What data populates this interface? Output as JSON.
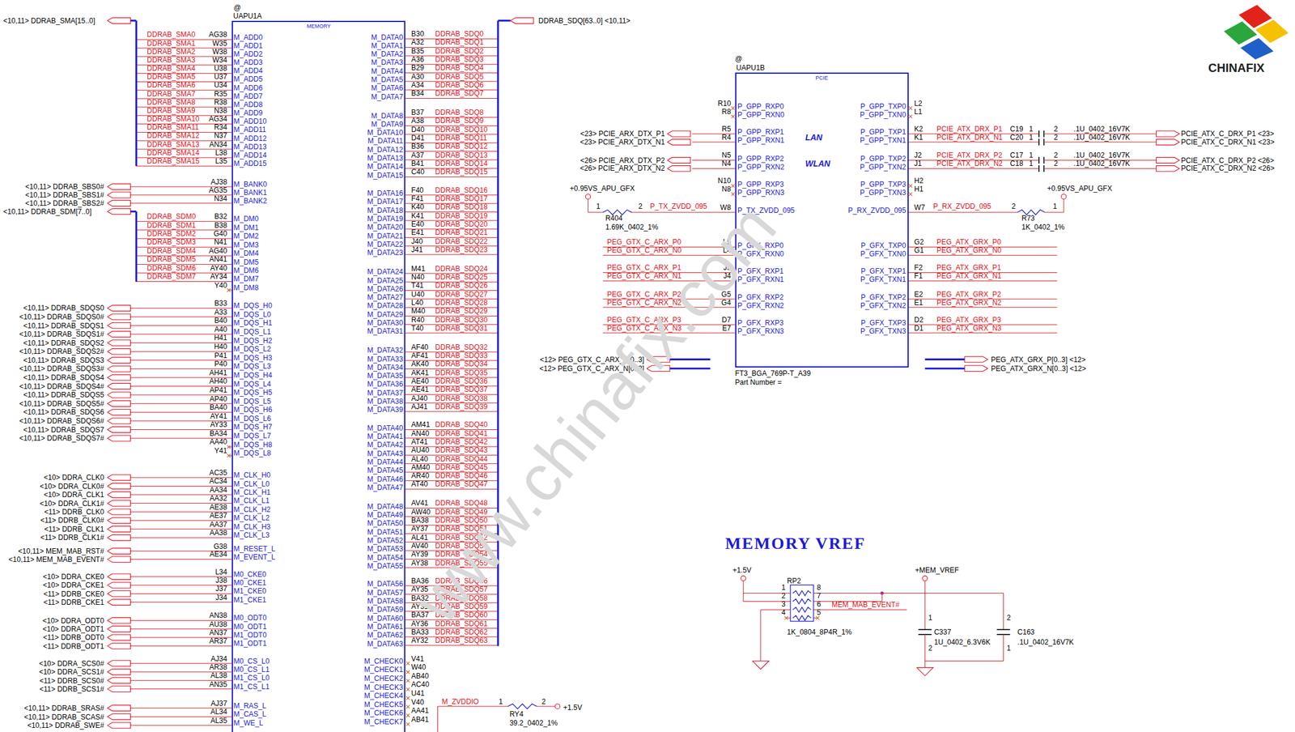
{
  "diagram": {
    "nodes": [
      {
        "text": [
          "UAPU1A",
          "MEMORY"
        ]
      },
      {
        "text": [
          "UAPU1B",
          "PCIE"
        ]
      }
    ],
    "labels": [
      "@",
      "<10,11> DDRAB_SMA[15..0]",
      "DDRAB_SMA0",
      "DDRAB_SMA1",
      "DDRAB_SMA2",
      "DDRAB_SMA3",
      "DDRAB_SMA4",
      "DDRAB_SMA5",
      "DDRAB_SMA6",
      "DDRAB_SMA7",
      "DDRAB_SMA8",
      "DDRAB_SMA9",
      "DDRAB_SMA10",
      "DDRAB_SMA11",
      "DDRAB_SMA12",
      "DDRAB_SMA13",
      "DDRAB_SMA14",
      "DDRAB_SMA15",
      "AG38",
      "W35",
      "W38",
      "W34",
      "U38",
      "U37",
      "U34",
      "R35",
      "R38",
      "N38",
      "AG34",
      "R34",
      "N37",
      "AN34",
      "L38",
      "L35",
      "M_ADD0",
      "M_ADD1",
      "M_ADD2",
      "M_ADD3",
      "M_ADD4",
      "M_ADD5",
      "M_ADD6",
      "M_ADD7",
      "M_ADD8",
      "M_ADD9",
      "M_ADD10",
      "M_ADD11",
      "M_ADD12",
      "M_ADD13",
      "M_ADD14",
      "M_ADD15",
      "<10,11> DDRAB_SBS0#",
      "<10,11> DDRAB_SBS1#",
      "<10,11> DDRAB_SBS2#",
      "AJ38",
      "AG35",
      "N34",
      "M_BANK0",
      "M_BANK1",
      "M_BANK2",
      "<10,11> DDRAB_SDM[7..0]",
      "DDRAB_SDM0",
      "DDRAB_SDM1",
      "DDRAB_SDM2",
      "DDRAB_SDM3",
      "DDRAB_SDM4",
      "DDRAB_SDM5",
      "DDRAB_SDM6",
      "DDRAB_SDM7",
      "B32",
      "B38",
      "G40",
      "N41",
      "AG40",
      "AN41",
      "AY40",
      "AY34",
      "Y40",
      "M_DM0",
      "M_DM1",
      "M_DM2",
      "M_DM3",
      "M_DM4",
      "M_DM5",
      "M_DM6",
      "M_DM7",
      "M_DM8",
      "<10,11> DDRAB_SDQS0",
      "<10,11> DDRAB_SDQS0#",
      "<10,11> DDRAB_SDQS1",
      "<10,11> DDRAB_SDQS1#",
      "<10,11> DDRAB_SDQS2",
      "<10,11> DDRAB_SDQS2#",
      "<10,11> DDRAB_SDQS3",
      "<10,11> DDRAB_SDQS3#",
      "<10,11> DDRAB_SDQS4",
      "<10,11> DDRAB_SDQS4#",
      "<10,11> DDRAB_SDQS5",
      "<10,11> DDRAB_SDQS5#",
      "<10,11> DDRAB_SDQS6",
      "<10,11> DDRAB_SDQS6#",
      "<10,11> DDRAB_SDQS7",
      "<10,11> DDRAB_SDQS7#",
      "B33",
      "A33",
      "B40",
      "A40",
      "H41",
      "H40",
      "P41",
      "P40",
      "AH41",
      "AH40",
      "AP41",
      "AP40",
      "BA40",
      "AY41",
      "AY33",
      "BA34",
      "AA40",
      "Y41",
      "M_DQS_H0",
      "M_DQS_L0",
      "M_DQS_H1",
      "M_DQS_L1",
      "M_DQS_H2",
      "M_DQS_L2",
      "M_DQS_H3",
      "M_DQS_L3",
      "M_DQS_H4",
      "M_DQS_L4",
      "M_DQS_H5",
      "M_DQS_L5",
      "M_DQS_H6",
      "M_DQS_L6",
      "M_DQS_H7",
      "M_DQS_L7",
      "M_DQS_H8",
      "M_DQS_L8",
      "<10> DDRA_CLK0",
      "<10> DDRA_CLK0#",
      "<10> DDRA_CLK1",
      "<10> DDRA_CLK1#",
      "<11> DDRB_CLK0",
      "<11> DDRB_CLK0#",
      "<11> DDRB_CLK1",
      "<11> DDRB_CLK1#",
      "AC35",
      "AC34",
      "AA34",
      "AA32",
      "AE38",
      "AE37",
      "AA37",
      "AA38",
      "M_CLK_H0",
      "M_CLK_L0",
      "M_CLK_H1",
      "M_CLK_L1",
      "M_CLK_H2",
      "M_CLK_L2",
      "M_CLK_H3",
      "M_CLK_L3",
      "<10,11> MEM_MAB_RST#",
      "<10,11> MEM_MAB_EVENT#",
      "G38",
      "AE34",
      "M_RESET_L",
      "M_EVENT_L",
      "<10> DDRA_CKE0",
      "<10> DDRA_CKE1",
      "<11> DDRB_CKE0",
      "<11> DDRB_CKE1",
      "L34",
      "J38",
      "J37",
      "J34",
      "M0_CKE0",
      "M0_CKE1",
      "M1_CKE0",
      "M1_CKE1",
      "<10> DDRA_ODT0",
      "<10> DDRA_ODT1",
      "<11> DDRB_ODT0",
      "<11> DDRB_ODT1",
      "AN38",
      "AU38",
      "AN37",
      "AR37",
      "M0_ODT0",
      "M0_ODT1",
      "M1_ODT0",
      "M1_ODT1",
      "<10> DDRA_SCS0#",
      "<10> DDRA_SCS1#",
      "<11> DDRB_SCS0#",
      "<11> DDRB_SCS1#",
      "AJ34",
      "AR38",
      "AL38",
      "AN35",
      "M0_CS_L0",
      "M0_CS_L1",
      "M1_CS_L0",
      "M1_CS_L1",
      "<10,11> DDRAB_SRAS#",
      "<10,11> DDRAB_SCAS#",
      "<10,11> DDRAB_SWE#",
      "AJ37",
      "AL34",
      "AL35",
      "M_RAS_L",
      "M_CAS_L",
      "M_WE_L",
      "M_DATA0",
      "M_DATA1",
      "M_DATA2",
      "M_DATA3",
      "M_DATA4",
      "M_DATA5",
      "M_DATA6",
      "M_DATA7",
      "B30",
      "A32",
      "B35",
      "A36",
      "B29",
      "A30",
      "A34",
      "B34",
      "DDRAB_SDQ0",
      "DDRAB_SDQ1",
      "DDRAB_SDQ2",
      "DDRAB_SDQ3",
      "DDRAB_SDQ4",
      "DDRAB_SDQ5",
      "DDRAB_SDQ6",
      "DDRAB_SDQ7",
      "M_DATA8",
      "M_DATA9",
      "M_DATA10",
      "M_DATA11",
      "M_DATA12",
      "M_DATA13",
      "M_DATA14",
      "M_DATA15",
      "B37",
      "A38",
      "D40",
      "D41",
      "B36",
      "A37",
      "B41",
      "C40",
      "DDRAB_SDQ8",
      "DDRAB_SDQ9",
      "DDRAB_SDQ10",
      "DDRAB_SDQ11",
      "DDRAB_SDQ12",
      "DDRAB_SDQ13",
      "DDRAB_SDQ14",
      "DDRAB_SDQ15",
      "M_DATA16",
      "M_DATA17",
      "M_DATA18",
      "M_DATA19",
      "M_DATA20",
      "M_DATA21",
      "M_DATA22",
      "M_DATA23",
      "F40",
      "F41",
      "K40",
      "K41",
      "E40",
      "E41",
      "J40",
      "J41",
      "DDRAB_SDQ16",
      "DDRAB_SDQ17",
      "DDRAB_SDQ18",
      "DDRAB_SDQ19",
      "DDRAB_SDQ20",
      "DDRAB_SDQ21",
      "DDRAB_SDQ22",
      "DDRAB_SDQ23",
      "M_DATA24",
      "M_DATA25",
      "M_DATA26",
      "M_DATA27",
      "M_DATA28",
      "M_DATA29",
      "M_DATA30",
      "M_DATA31",
      "M41",
      "N40",
      "T41",
      "U40",
      "L40",
      "M40",
      "R40",
      "T40",
      "DDRAB_SDQ24",
      "DDRAB_SDQ25",
      "DDRAB_SDQ26",
      "DDRAB_SDQ27",
      "DDRAB_SDQ28",
      "DDRAB_SDQ29",
      "DDRAB_SDQ30",
      "DDRAB_SDQ31",
      "M_DATA32",
      "M_DATA33",
      "M_DATA34",
      "M_DATA35",
      "M_DATA36",
      "M_DATA37",
      "M_DATA38",
      "M_DATA39",
      "AF40",
      "AF41",
      "AK40",
      "AK41",
      "AE40",
      "AE41",
      "AJ40",
      "AJ41",
      "DDRAB_SDQ32",
      "DDRAB_SDQ33",
      "DDRAB_SDQ34",
      "DDRAB_SDQ35",
      "DDRAB_SDQ36",
      "DDRAB_SDQ37",
      "DDRAB_SDQ38",
      "DDRAB_SDQ39",
      "M_DATA40",
      "M_DATA41",
      "M_DATA42",
      "M_DATA43",
      "M_DATA44",
      "M_DATA45",
      "M_DATA46",
      "M_DATA47",
      "AM41",
      "AN40",
      "AT41",
      "AU40",
      "AL40",
      "AM40",
      "AR40",
      "AT40",
      "DDRAB_SDQ40",
      "DDRAB_SDQ41",
      "DDRAB_SDQ42",
      "DDRAB_SDQ43",
      "DDRAB_SDQ44",
      "DDRAB_SDQ45",
      "DDRAB_SDQ46",
      "DDRAB_SDQ47",
      "M_DATA48",
      "M_DATA49",
      "M_DATA50",
      "M_DATA51",
      "M_DATA52",
      "M_DATA53",
      "M_DATA54",
      "M_DATA55",
      "AV41",
      "AW40",
      "BA38",
      "AY37",
      "AL41",
      "AV40",
      "AY39",
      "AY38",
      "DDRAB_SDQ48",
      "DDRAB_SDQ49",
      "DDRAB_SDQ50",
      "DDRAB_SDQ51",
      "DDRAB_SDQ52",
      "DDRAB_SDQ53",
      "DDRAB_SDQ54",
      "DDRAB_SDQ55",
      "M_DATA56",
      "M_DATA57",
      "M_DATA58",
      "M_DATA59",
      "M_DATA60",
      "M_DATA61",
      "M_DATA62",
      "M_DATA63",
      "BA36",
      "AY35",
      "BA32",
      "AY31",
      "BA37",
      "AY36",
      "BA33",
      "AY32",
      "DDRAB_SDQ56",
      "DDRAB_SDQ57",
      "DDRAB_SDQ58",
      "DDRAB_SDQ59",
      "DDRAB_SDQ60",
      "DDRAB_SDQ61",
      "DDRAB_SDQ62",
      "DDRAB_SDQ63",
      "DDRAB_SDQ[63..0] <10,11>",
      "M_CHECK0",
      "M_CHECK1",
      "M_CHECK2",
      "M_CHECK3",
      "M_CHECK4",
      "M_CHECK5",
      "M_CHECK6",
      "M_CHECK7",
      "V41",
      "W40",
      "AB40",
      "AC40",
      "U41",
      "V40",
      "AA41",
      "AB41",
      "M_ZVDDIO",
      "1",
      "2",
      "RY4",
      "39.2_0402_1%",
      "+1.5V",
      "@",
      "P_GPP_RXP0",
      "P_GPP_RXN0",
      "P_GPP_RXP1",
      "P_GPP_RXN1",
      "P_GPP_RXP2",
      "P_GPP_RXN2",
      "P_GPP_RXP3",
      "P_GPP_RXN3",
      "P_TX_ZVDD_095",
      "P_GFX_RXP0",
      "P_GFX_RXN0",
      "P_GFX_RXP1",
      "P_GFX_RXN1",
      "P_GFX_RXP2",
      "P_GFX_RXN2",
      "P_GFX_RXP3",
      "P_GFX_RXN3",
      "R10",
      "R8",
      "R5",
      "R4",
      "N5",
      "N4",
      "N10",
      "N8",
      "W8",
      "L5",
      "L4",
      "J5",
      "J4",
      "G5",
      "G4",
      "D7",
      "E7",
      "P_GPP_TXP0",
      "P_GPP_TXN0",
      "P_GPP_TXP1",
      "P_GPP_TXN1",
      "P_GPP_TXP2",
      "P_GPP_TXN2",
      "P_GPP_TXP3",
      "P_GPP_TXN3",
      "P_RX_ZVDD_095",
      "P_GFX_TXP0",
      "P_GFX_TXN0",
      "P_GFX_TXP1",
      "P_GFX_TXN1",
      "P_GFX_TXP2",
      "P_GFX_TXN2",
      "P_GFX_TXP3",
      "P_GFX_TXN3",
      "L2",
      "L1",
      "K2",
      "K1",
      "J2",
      "J1",
      "H2",
      "H1",
      "W7",
      "G2",
      "G1",
      "F2",
      "F1",
      "E2",
      "E1",
      "D2",
      "D1",
      "LAN",
      "WLAN",
      "<23> PCIE_ARX_DTX_P1",
      "<23> PCIE_ARX_DTX_N1",
      "<26> PCIE_ARX_DTX_P2",
      "<26> PCIE_ARX_DTX_N2",
      "PEG_GTX_C_ARX_P0",
      "PEG_GTX_C_ARX_N0",
      "PEG_GTX_C_ARX_P1",
      "PEG_GTX_C_ARX_N1",
      "PEG_GTX_C_ARX_P2",
      "PEG_GTX_C_ARX_N2",
      "PEG_GTX_C_ARX_P3",
      "PEG_GTX_C_ARX_N3",
      "+0.95VS_APU_GFX",
      "1",
      "2",
      "P_TX_ZVDD_095",
      "R404",
      "1.69K_0402_1%",
      "PCIE_ATX_DRX_P1",
      "PCIE_ATX_DRX_N1",
      "PCIE_ATX_DRX_P2",
      "PCIE_ATX_DRX_N2",
      "C19",
      "C20",
      "C17",
      "C18",
      "1",
      "1",
      "1",
      "1",
      "2",
      "2",
      "2",
      "2",
      ".1U_0402_16V7K",
      ".1U_0402_16V7K",
      ".1U_0402_16V7K",
      ".1U_0402_16V7K",
      "PCIE_ATX_C_DRX_P1 <23>",
      "PCIE_ATX_C_DRX_N1 <23>",
      "PCIE_ATX_C_DRX_P2 <26>",
      "PCIE_ATX_C_DRX_N2 <26>",
      "PEG_ATX_GRX_P0",
      "PEG_ATX_GRX_N0",
      "PEG_ATX_GRX_P1",
      "PEG_ATX_GRX_N1",
      "PEG_ATX_GRX_P2",
      "PEG_ATX_GRX_N2",
      "PEG_ATX_GRX_P3",
      "PEG_ATX_GRX_N3",
      "+0.95VS_APU_GFX",
      "2",
      "1",
      "P_RX_ZVDD_095",
      "R73",
      "1K_0402_1%",
      "<12> PEG_GTX_C_ARX_P[0..3]",
      "<12> PEG_GTX_C_ARX_N[0..3]",
      "PEG_ATX_GRX_P[0..3] <12>",
      "PEG_ATX_GRX_N[0..3] <12>",
      "FT3_BGA_769P-T_A39",
      "Part Number =",
      "MEMORY VREF",
      "+1.5V",
      "RP2",
      "+MEM_VREF",
      "1",
      "2",
      "3",
      "4",
      "8",
      "7",
      "6",
      "5",
      "MEM_MAB_EVENT#",
      "1K_0804_8P4R_1%",
      "1",
      "2",
      "C337",
      "1U_0402_6.3V6K",
      "2",
      "1",
      "C163",
      ".1U_0402_16V7K",
      "CHINAFIX",
      "www.chinafix.com"
    ]
  }
}
